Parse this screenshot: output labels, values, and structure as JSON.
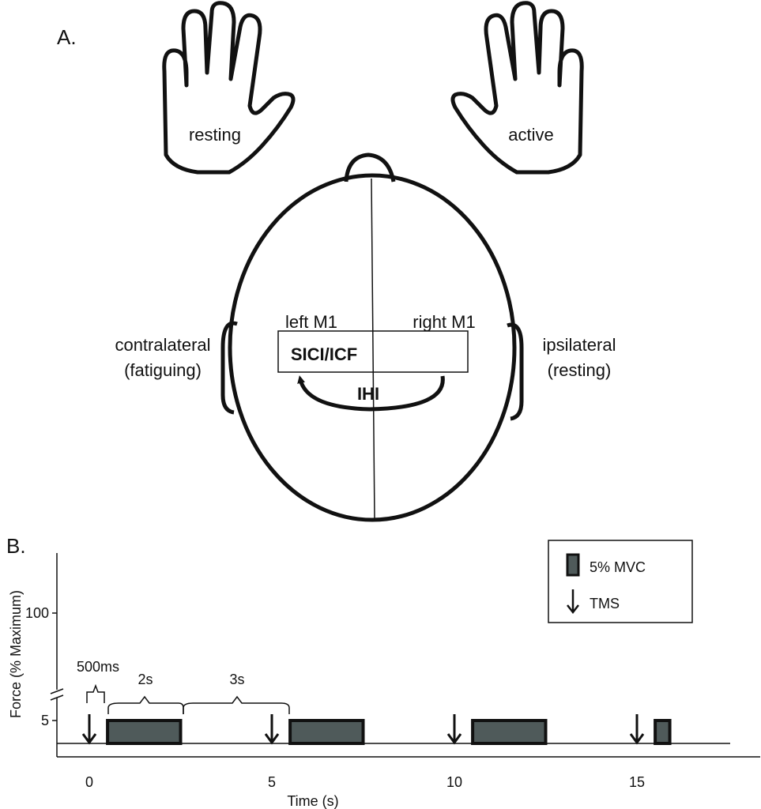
{
  "panel_a": {
    "label": "A.",
    "left_hand_label": "resting",
    "right_hand_label": "active",
    "left_side_line1": "contralateral",
    "left_side_line2": "(fatiguing)",
    "right_side_line1": "ipsilateral",
    "right_side_line2": "(resting)",
    "left_m1": "left M1",
    "right_m1": "right M1",
    "sici_icf": "SICI/ICF",
    "ihi": "IHI"
  },
  "panel_b": {
    "label": "B.",
    "legend": {
      "bar_label": "5% MVC",
      "arrow_label": "TMS"
    },
    "annotations": {
      "pulse_gap": "500ms",
      "contraction": "2s",
      "rest": "3s"
    }
  },
  "chart_data": {
    "type": "timeline",
    "xlabel": "Time (s)",
    "ylabel": "Force (% Maximum)",
    "x_ticks": [
      0,
      5,
      10,
      15
    ],
    "y_ticks": [
      {
        "value": 5,
        "label": "5"
      },
      {
        "value": 100,
        "label": "100"
      }
    ],
    "y_axis_break": true,
    "xlim": [
      -1,
      18
    ],
    "contractions": [
      {
        "start": 0.5,
        "end": 2.5,
        "force": 5
      },
      {
        "start": 5.5,
        "end": 7.5,
        "force": 5
      },
      {
        "start": 10.5,
        "end": 12.5,
        "force": 5
      },
      {
        "start": 15.5,
        "end": 15.9,
        "force": 5
      }
    ],
    "tms_times": [
      0,
      5,
      10,
      15
    ],
    "colors": {
      "bar_fill": "#4f5a5a",
      "line": "#111111"
    }
  }
}
